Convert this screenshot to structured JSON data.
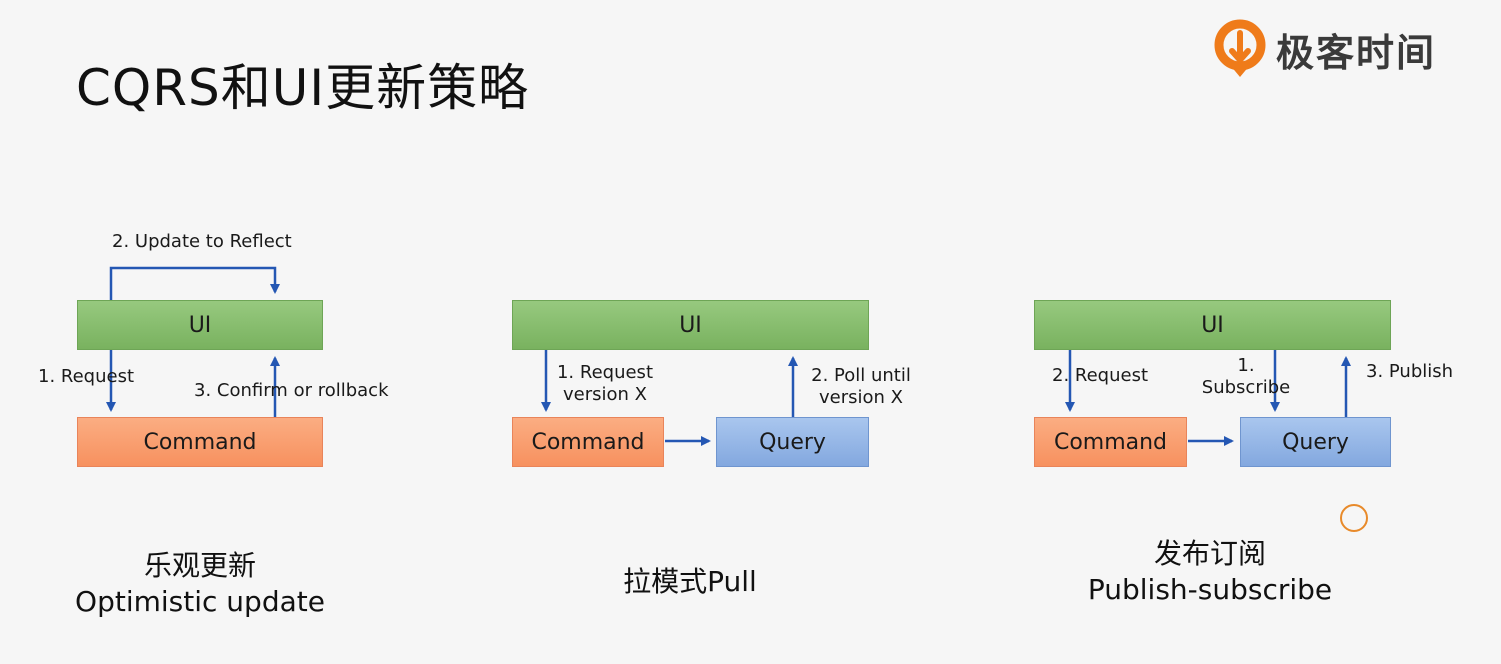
{
  "page": {
    "title": "CQRS和UI更新策略",
    "logo_text": "极客时间",
    "accent_color": "#ef7b1a",
    "arrow_color": "#2457b3"
  },
  "diagrams": [
    {
      "boxes": {
        "ui": "UI",
        "command": "Command"
      },
      "labels": {
        "update": "2. Update to Reflect",
        "request": "1. Request",
        "confirm": "3. Confirm or rollback"
      },
      "caption": {
        "line1": "乐观更新",
        "line2": "Optimistic update"
      }
    },
    {
      "boxes": {
        "ui": "UI",
        "command": "Command",
        "query": "Query"
      },
      "labels": {
        "request_l1": "1. Request",
        "request_l2": "version X",
        "poll_l1": "2. Poll until",
        "poll_l2": "version X"
      },
      "caption": {
        "line1": "拉模式Pull"
      }
    },
    {
      "boxes": {
        "ui": "UI",
        "command": "Command",
        "query": "Query"
      },
      "labels": {
        "request": "2. Request",
        "subscribe_l1": "1.",
        "subscribe_l2": "Subscribe",
        "publish": "3. Publish"
      },
      "caption": {
        "line1": "发布订阅",
        "line2": "Publish-subscribe"
      }
    }
  ]
}
